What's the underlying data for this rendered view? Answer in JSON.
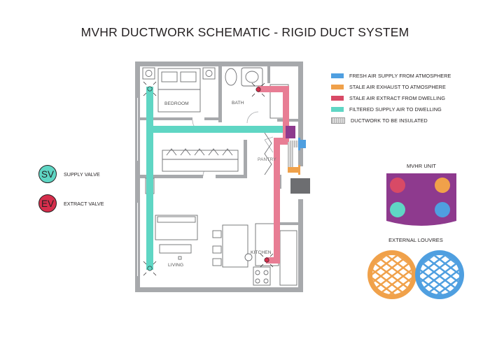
{
  "title": "MVHR DUCTWORK SCHEMATIC - RIGID DUCT SYSTEM",
  "legend": [
    {
      "label": "FRESH AIR SUPPLY FROM ATMOSPHERE",
      "color": "#4f9fe0"
    },
    {
      "label": "STALE AIR EXHAUST TO ATMOSPHERE",
      "color": "#f0a14a"
    },
    {
      "label": "STALE AIR EXTRACT FROM DWELLING",
      "color": "#d84a66"
    },
    {
      "label": "FILTERED SUPPLY AIR TO DWELLING",
      "color": "#5fd6c4"
    },
    {
      "label": "DUCTWORK TO BE INSULATED",
      "color": "hatch"
    }
  ],
  "valves": {
    "supply": {
      "abbr": "SV",
      "label": "SUPPLY VALVE",
      "color": "#5fd6c4"
    },
    "extract": {
      "abbr": "EV",
      "label": "EXTRACT VALVE",
      "color": "#d62e4c"
    }
  },
  "mvhr_unit": {
    "label": "MVHR UNIT",
    "body_color": "#8e3a8e",
    "port_colors": [
      "#d84a66",
      "#f0a14a",
      "#5fd6c4",
      "#4f9fe0"
    ]
  },
  "louvres": {
    "label": "EXTERNAL LOUVRES",
    "colors": [
      "#f0a14a",
      "#4f9fe0"
    ]
  },
  "rooms": {
    "bedroom": "BEDROOM",
    "bath": "BATH",
    "pantry": "PANTRY",
    "kitchen": "KITCHEN",
    "living": "LIVING"
  }
}
